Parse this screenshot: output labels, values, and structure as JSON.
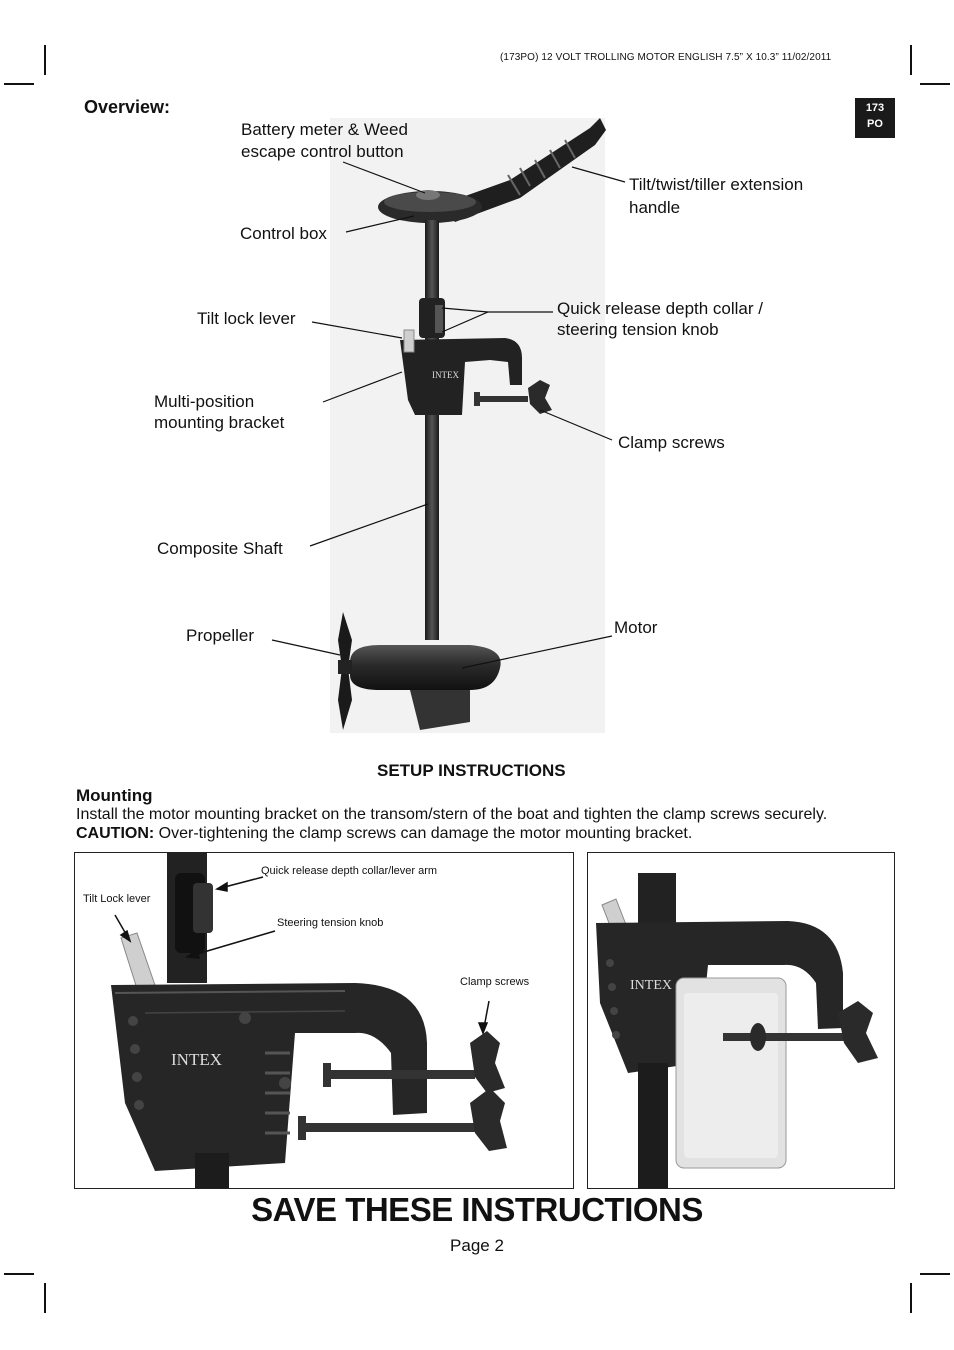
{
  "header": {
    "meta": "(173PO)  12 VOLT TROLLING MOTOR  ENGLISH  7.5” X 10.3”  11/02/2011",
    "tag_line1": "173",
    "tag_line2": "PO"
  },
  "overview": {
    "heading": "Overview:",
    "labels": {
      "battery_meter_l1": "Battery meter & Weed",
      "battery_meter_l2": "escape control button",
      "tilt_handle_l1": "Tilt/twist/tiller extension",
      "tilt_handle_l2": "handle",
      "control_box": "Control box",
      "tilt_lock_lever": "Tilt lock lever",
      "depth_collar_l1": "Quick release depth collar /",
      "depth_collar_l2": "steering tension knob",
      "bracket_l1": "Multi-position",
      "bracket_l2": "mounting bracket",
      "clamp_screws": "Clamp screws",
      "composite_shaft": "Composite Shaft",
      "propeller": "Propeller",
      "motor": "Motor"
    },
    "brand": "INTEX"
  },
  "setup": {
    "title": "SETUP INSTRUCTIONS",
    "mounting_heading": "Mounting",
    "mounting_text": "Install the motor mounting bracket on the transom/stern of the boat and tighten the clamp screws securely.",
    "caution_label": "CAUTION:",
    "caution_text": " Over-tightening the clamp screws can damage the motor mounting bracket."
  },
  "detail_photo": {
    "depth_collar": "Quick release depth collar/lever arm",
    "tilt_lock": "Tilt Lock lever",
    "steering_knob": "Steering tension knob",
    "clamp_screws": "Clamp screws",
    "brand": "INTEX"
  },
  "mounted_photo": {
    "brand": "INTEX"
  },
  "footer": {
    "save": "SAVE THESE INSTRUCTIONS",
    "page": "Page 2"
  }
}
